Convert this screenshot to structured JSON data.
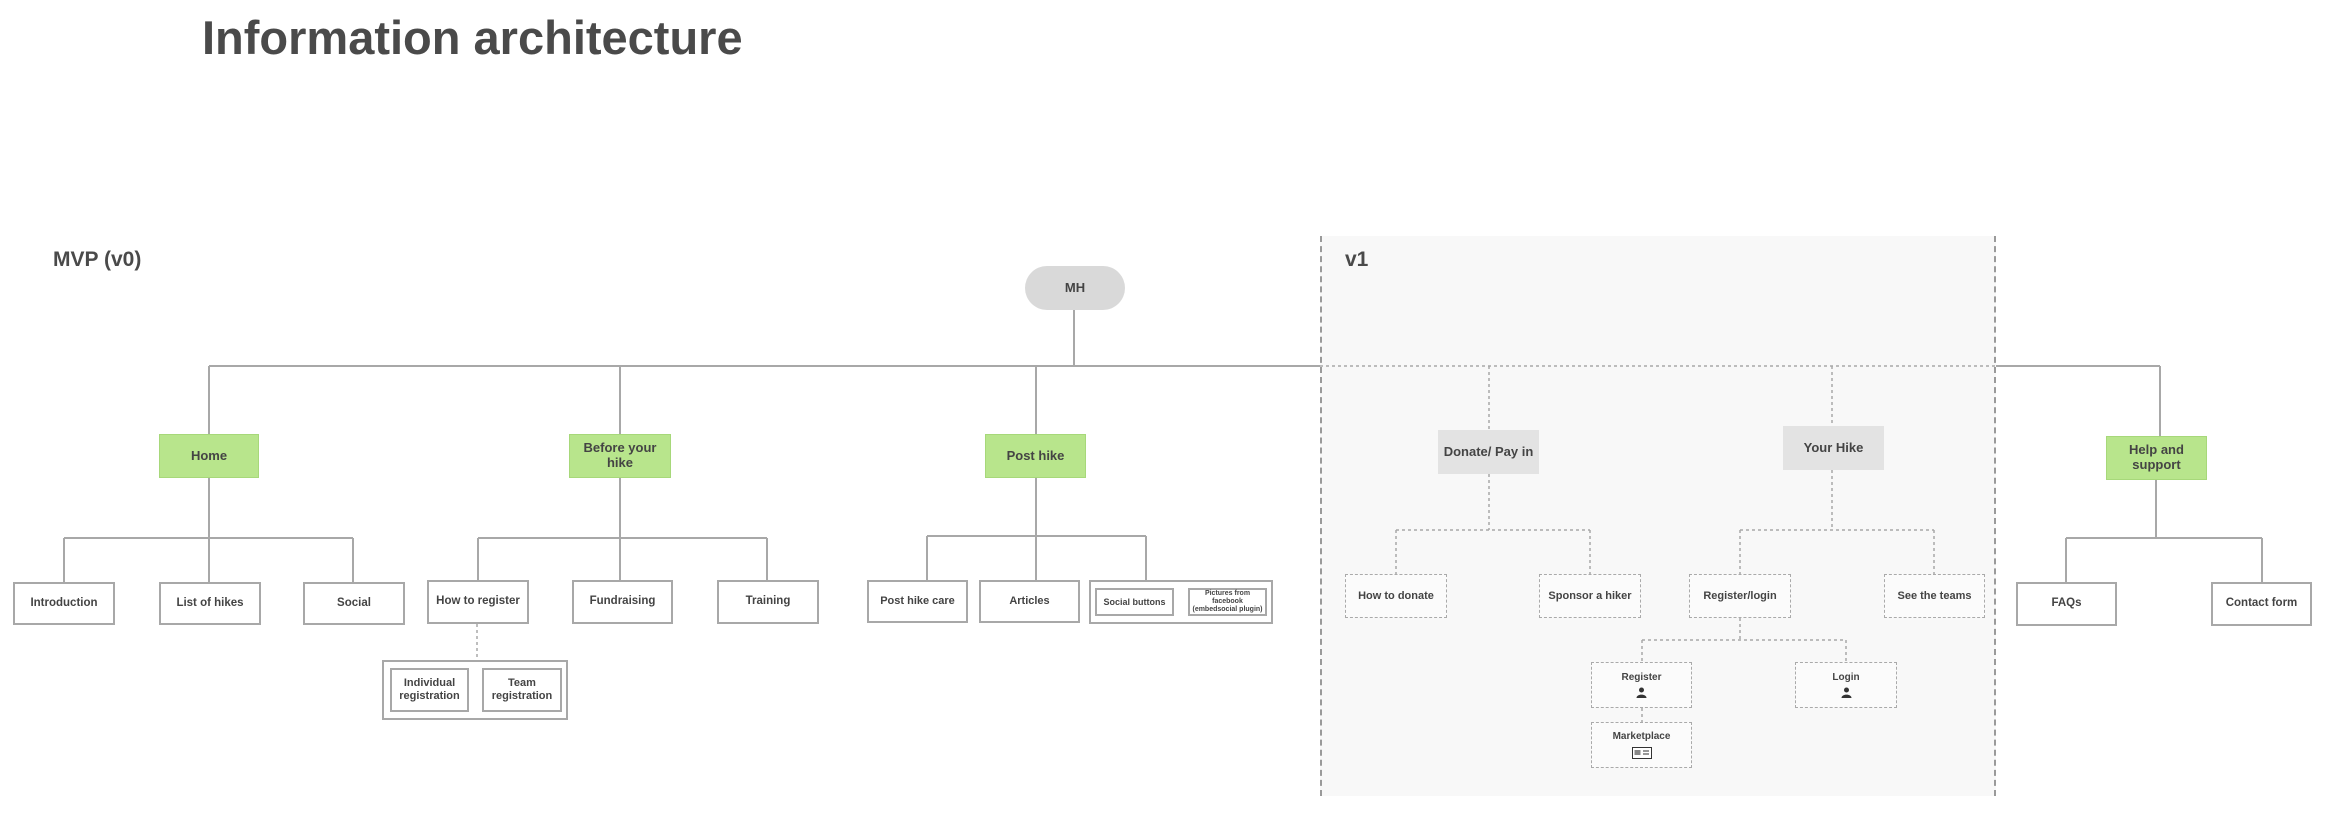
{
  "title": "Information architecture",
  "sections": {
    "mvp": "MVP (v0)",
    "v1": "v1"
  },
  "root": {
    "label": "MH"
  },
  "nodes": {
    "home": "Home",
    "before_hike": "Before your hike",
    "post_hike": "Post hike",
    "donate": "Donate/ Pay in",
    "your_hike": "Your Hike",
    "help": "Help and support",
    "introduction": "Introduction",
    "list_of_hikes": "List of hikes",
    "social": "Social",
    "how_to_register": "How to register",
    "fundraising": "Fundraising",
    "training": "Training",
    "individual_registration": "Individual registration",
    "team_registration": "Team registration",
    "post_hike_care": "Post hike care",
    "articles": "Articles",
    "social_buttons": "Social buttons",
    "pictures_facebook": "Pictures from facebook (embedsocial plugin)",
    "how_to_donate": "How to donate",
    "sponsor_hiker": "Sponsor a hiker",
    "register_login": "Register/login",
    "see_teams": "See the teams",
    "register": "Register",
    "login": "Login",
    "marketplace": "Marketplace",
    "faqs": "FAQs",
    "contact_form": "Contact form"
  },
  "icons": {
    "register": "user-icon",
    "login": "user-icon",
    "marketplace": "card-icon"
  },
  "colors": {
    "primary_node": "#b8e58c",
    "v1_node": "#e3e3e3",
    "root_node": "#d9d9d9",
    "connector": "#a8a8a8",
    "text": "#444444"
  }
}
